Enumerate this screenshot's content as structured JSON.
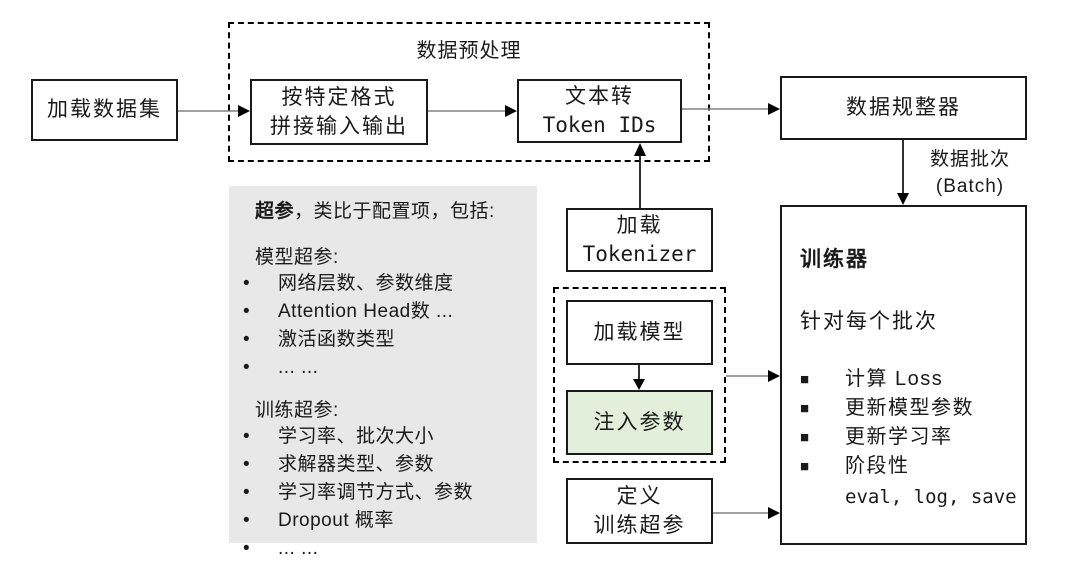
{
  "nodes": {
    "load_dataset": {
      "label": "加载数据集"
    },
    "preprocess_group": {
      "label": "数据预处理"
    },
    "format_box": {
      "line1": "按特定格式",
      "line2": "拼接输入输出"
    },
    "token_box": {
      "line1": "文本转",
      "line2": "Token IDs"
    },
    "collator": {
      "label": "数据规整器"
    },
    "load_tokenizer": {
      "line1": "加载",
      "line2": "Tokenizer"
    },
    "load_model": {
      "label": "加载模型"
    },
    "inject_params": {
      "label": "注入参数"
    },
    "define_hyperparams": {
      "line1": "定义",
      "line2": "训练超参"
    },
    "trainer": {
      "title": "训练器",
      "subtitle": "针对每个批次",
      "bullet_glyph": "■",
      "bullets": [
        "计算 Loss",
        "更新模型参数",
        "更新学习率",
        "阶段性"
      ],
      "bullets_tail": "eval, log, save"
    }
  },
  "edges": {
    "batch_label_line1": "数据批次",
    "batch_label_line2": "(Batch)"
  },
  "note": {
    "intro_bold": "超参",
    "intro_rest": "，类比于配置项，包括:",
    "bullet_glyph": "•",
    "model_header": "模型超参:",
    "model_items": [
      "网络层数、参数维度",
      "Attention Head数 ...",
      "激活函数类型",
      "... ..."
    ],
    "train_header": "训练超参:",
    "train_items": [
      "学习率、批次大小",
      "求解器类型、参数",
      "学习率调节方式、参数",
      "Dropout 概率",
      "... ..."
    ]
  },
  "colors": {
    "inject_bg": "#e2efda",
    "note_bg": "#e8e8e8",
    "arrow_shaft_h": "#808080",
    "arrow_shaft_v": "#1a1a1a",
    "arrow_head": "#000000"
  }
}
